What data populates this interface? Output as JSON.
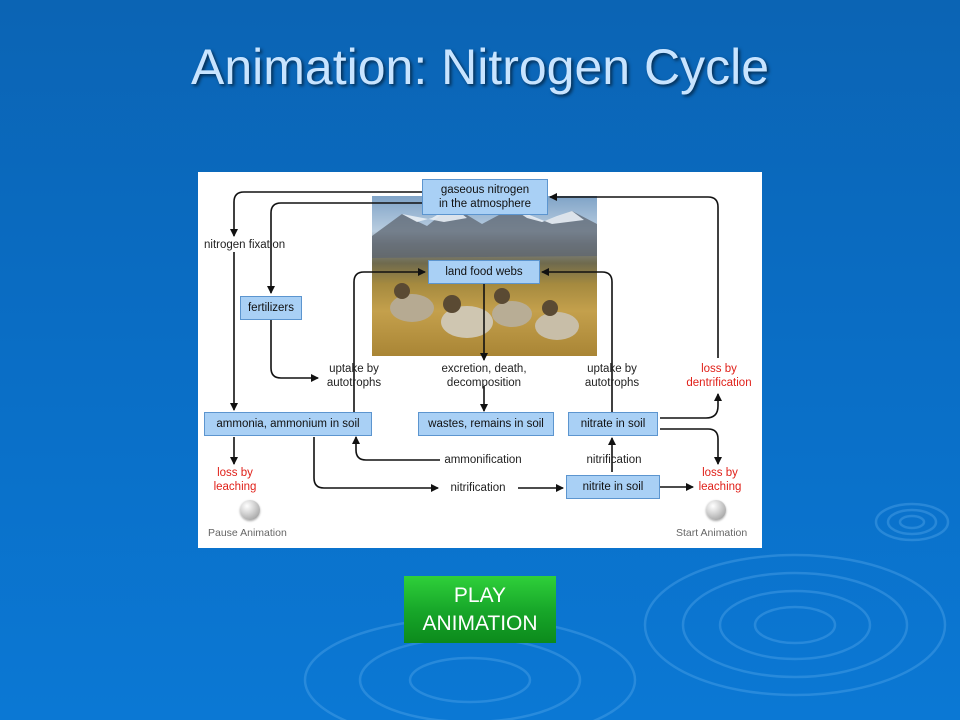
{
  "slide": {
    "title": "Animation: Nitrogen Cycle",
    "play_button": {
      "line1": "PLAY",
      "line2": "ANIMATION"
    }
  },
  "diagram": {
    "nodes": {
      "gaseous_nitrogen": "gaseous nitrogen\nin the atmosphere",
      "land_food_webs": "land food webs",
      "fertilizers": "fertilizers",
      "ammonia": "ammonia, ammonium in soil",
      "wastes": "wastes, remains in soil",
      "nitrate": "nitrate in soil",
      "nitrite": "nitrite in soil"
    },
    "labels": {
      "nitrogen_fixation": "nitrogen fixation",
      "uptake_left": "uptake by\nautotrophs",
      "excretion": "excretion, death,\ndecomposition",
      "uptake_right": "uptake by\nautotrophs",
      "loss_denitrification": "loss by\ndentrification",
      "ammonification": "ammonification",
      "nitrification_upper": "nitrification",
      "nitrification_lower": "nitrification",
      "loss_leaching_left": "loss by\nleaching",
      "loss_leaching_right": "loss by\nleaching"
    },
    "controls": {
      "pause": "Pause Animation",
      "start": "Start Animation"
    },
    "colors": {
      "node_fill": "#a9d0f5",
      "node_border": "#5c95cf",
      "loss_text": "#e0211a",
      "arrow": "#111111"
    }
  }
}
